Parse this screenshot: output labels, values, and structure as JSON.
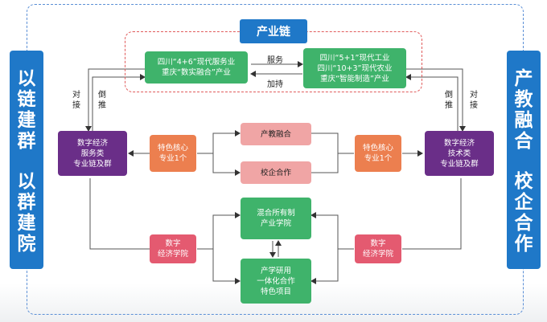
{
  "left_bar": {
    "line1": "以链建群",
    "line2": "以群建院"
  },
  "right_bar": {
    "line1": "产教融合",
    "line2": "校企合作"
  },
  "chain": {
    "title": "产业链",
    "left_box": [
      "四川“4+6”现代服务业",
      "重庆“数实融合”产业"
    ],
    "right_box": [
      "四川“5+1”现代工业",
      "四川“10+3”现代农业",
      "重庆“智能制造”产业"
    ],
    "arrow_top": "服务",
    "arrow_bottom": "加持"
  },
  "left_cluster": [
    "数字经济",
    "服务类",
    "专业链及群"
  ],
  "right_cluster": [
    "数字经济",
    "技术类",
    "专业链及群"
  ],
  "left_core": [
    "特色核心",
    "专业1个"
  ],
  "right_core": [
    "特色核心",
    "专业1个"
  ],
  "center_top": "产教融合",
  "center_mid": "校企合作",
  "center_mixed": [
    "混合所有制",
    "产业学院"
  ],
  "center_project": [
    "产学研用",
    "一体化合作",
    "特色项目"
  ],
  "left_school": [
    "数字",
    "经济学院"
  ],
  "right_school": [
    "数字",
    "经济学院"
  ],
  "labels": {
    "left_dock": [
      "对",
      "接"
    ],
    "left_push": [
      "倒",
      "推"
    ],
    "right_push": [
      "倒",
      "推"
    ],
    "right_dock": [
      "对",
      "接"
    ]
  }
}
